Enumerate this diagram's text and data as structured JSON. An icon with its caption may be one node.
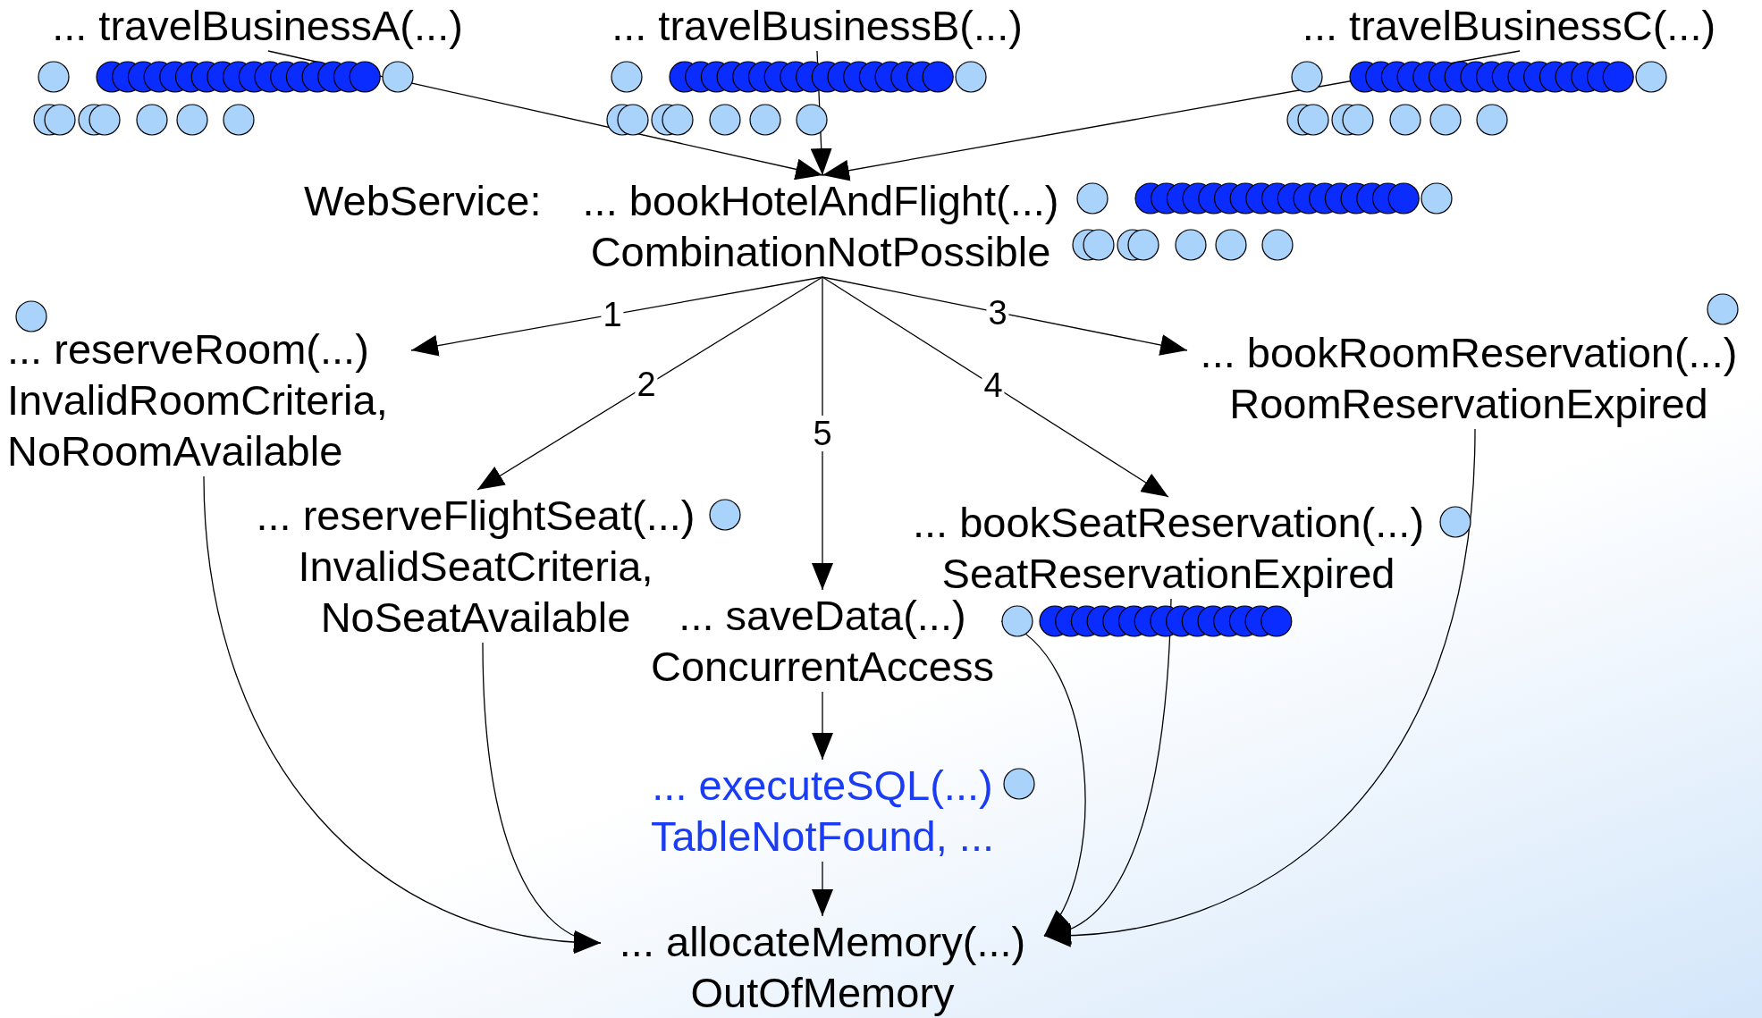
{
  "diagram": {
    "nodes": [
      {
        "text": [
          "... travelBusinessA(...)"
        ]
      },
      {
        "text": [
          "... travelBusinessB(...)"
        ]
      },
      {
        "text": [
          "... travelBusinessC(...)"
        ]
      },
      {
        "text": [
          "... bookHotelAndFlight(...) CombinationNotPossible"
        ],
        "beside": [
          "WebService:"
        ]
      },
      {
        "text": [
          "... reserveRoom(...) InvalidRoomCriteria, NoRoomAvailable"
        ]
      },
      {
        "text": [
          "... reserveFlightSeat(...) InvalidSeatCriteria, NoSeatAvailable"
        ]
      },
      {
        "text": [
          "... saveData(...) ConcurrentAccess"
        ]
      },
      {
        "text": [
          "... executeSQL(...) TableNotFound, ..."
        ]
      },
      {
        "text": [
          "... allocateMemory(...) OutOfMemory"
        ]
      },
      {
        "text": [
          "... bookRoomReservation(...) RoomReservationExpired"
        ]
      },
      {
        "text": [
          "... bookSeatReservation(...) SeatReservationExpired"
        ]
      }
    ],
    "edges": [
      {
        "from": 0,
        "to": 3,
        "arrow": "to"
      },
      {
        "from": 1,
        "to": 3,
        "arrow": "to"
      },
      {
        "from": 2,
        "to": 3,
        "arrow": "to"
      },
      {
        "from": 3,
        "to": 4,
        "arrow": "to",
        "label": "1"
      },
      {
        "from": 3,
        "to": 5,
        "arrow": "to",
        "label": "2"
      },
      {
        "from": 3,
        "to": 9,
        "arrow": "to",
        "label": "3"
      },
      {
        "from": 3,
        "to": 10,
        "arrow": "to",
        "label": "4"
      },
      {
        "from": 3,
        "to": 6,
        "arrow": "to",
        "label": "5"
      },
      {
        "from": 6,
        "to": 7,
        "arrow": "to"
      },
      {
        "from": 7,
        "to": 8,
        "arrow": "to"
      },
      {
        "from": 4,
        "to": 8,
        "arrow": "to"
      },
      {
        "from": 5,
        "to": 8,
        "arrow": "to"
      },
      {
        "from": 6,
        "to": 8,
        "arrow": "to"
      },
      {
        "from": 10,
        "to": 8,
        "arrow": "to"
      },
      {
        "from": 9,
        "to": 8,
        "arrow": "to"
      }
    ]
  }
}
